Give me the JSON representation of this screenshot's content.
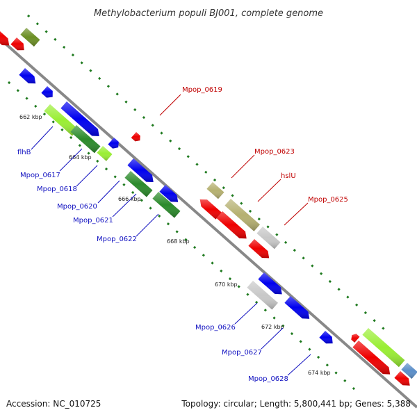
{
  "title": "Methylobacterium populi BJ001, complete genome",
  "footer": {
    "accession": "Accession: NC_010725",
    "topology": "Topology: circular; Length: 5,800,441 bp; Genes: 5,388"
  },
  "ticks": [
    "662 kbp",
    "664 kbp",
    "666 kbp",
    "668 kbp",
    "670 kbp",
    "672 kbp",
    "674 kbp"
  ],
  "labels": {
    "flhB": "flhB",
    "Mpop_0617": "Mpop_0617",
    "Mpop_0618": "Mpop_0618",
    "Mpop_0620": "Mpop_0620",
    "Mpop_0621": "Mpop_0621",
    "Mpop_0622": "Mpop_0622",
    "Mpop_0619": "Mpop_0619",
    "Mpop_0623": "Mpop_0623",
    "hslU": "hslU",
    "Mpop_0625": "Mpop_0625",
    "Mpop_0626": "Mpop_0626",
    "Mpop_0627": "Mpop_0627",
    "Mpop_0628": "Mpop_0628"
  },
  "colors": {
    "backbone": "#888888",
    "blue": "#0000ee",
    "red": "#ee0000",
    "darkgreen": "#2a8a2a",
    "lightgreen": "#99ee33",
    "olive": "#6b8e23",
    "khaki": "#b5b070",
    "lightgray": "#c8c8c8",
    "steelblue": "#5b8ec8",
    "tickmark": "#1f7a1f"
  }
}
